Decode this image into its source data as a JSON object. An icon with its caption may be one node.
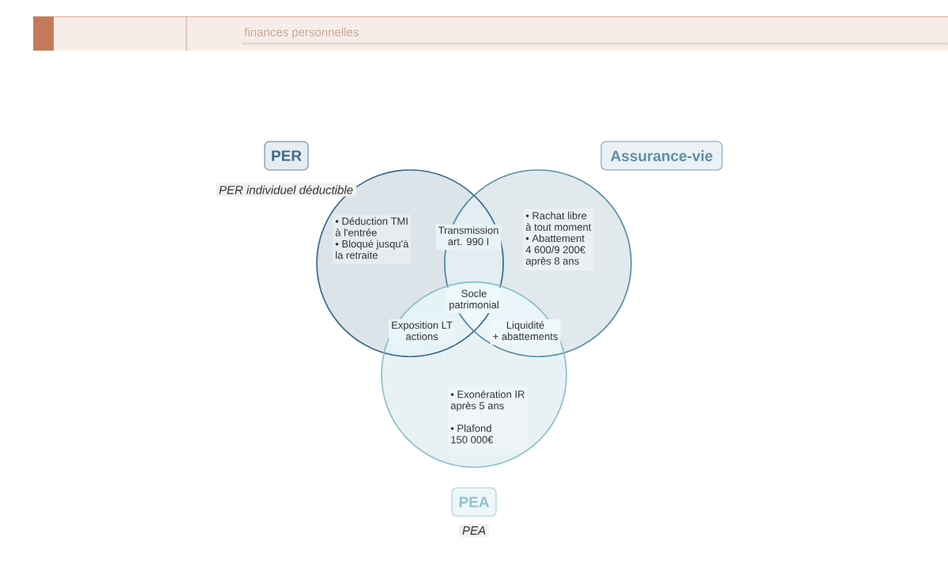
{
  "diagram": {
    "nodes": [
      {
        "text": [
          "PER"
        ]
      },
      {
        "text": [
          "Assurance-vie"
        ]
      },
      {
        "text": [
          "• Déduction TMI à l'entrée",
          "• Bloqué jusqu'à la retraite"
        ]
      },
      {
        "text": [
          "• Rachat libre à tout moment",
          "• Abattement 4 600/9 200€ après 8 ans"
        ]
      },
      {
        "text": [
          "• Exonération IR après 5 ans",
          "• Plafond 150 000€"
        ]
      },
      {
        "text": [
          "PEA"
        ],
        "beside": [
          "PEA"
        ]
      }
    ],
    "labels": [
      "finances personnelles",
      "PER individuel déductible",
      "Transmission art. 990 I",
      "Socle patrimonial",
      "Exposition LT actions",
      "Liquidité + abattements"
    ]
  }
}
